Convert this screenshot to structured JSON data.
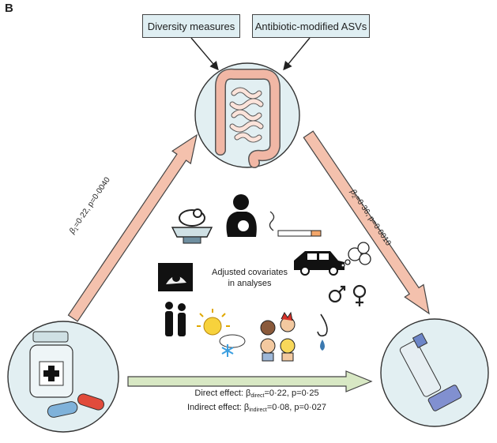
{
  "panel_label": "B",
  "boxes": {
    "diversity": "Diversity measures",
    "abx_asvs": "Antibiotic-modified ASVs"
  },
  "center_label": {
    "line1": "Adjusted covariates",
    "line2": "in analyses"
  },
  "paths": {
    "beta1": {
      "symbol": "β",
      "sub": "1",
      "text": "=0·22, p=0·0040"
    },
    "beta2": {
      "symbol": "β",
      "sub": "2",
      "text": "=0·36, p=0·0010"
    }
  },
  "effects": {
    "direct": {
      "prefix": "Direct effect: β",
      "sub": "direct",
      "text": "=0·22, p=0·25"
    },
    "indirect": {
      "prefix": "Indirect effect: β",
      "sub": "indirect",
      "text": "=0·08, p=0·027"
    }
  },
  "icons": [
    "gut-icon",
    "medicine-bottle-icon",
    "pill-icon",
    "inhaler-icon",
    "baby-scale-icon",
    "breastfeeding-icon",
    "cigarette-icon",
    "car-icon",
    "smoke-cloud-icon",
    "ultrasound-icon",
    "male-female-icon",
    "family-icon",
    "sun-cloud-icon",
    "snowflake-icon",
    "children-icon",
    "nose-icon"
  ],
  "colors": {
    "arrow_pink": "#f4c1ad",
    "arrow_green": "#d8e8c4",
    "circle_fill": "#e2eff2",
    "gut": "#f1b7a5"
  }
}
